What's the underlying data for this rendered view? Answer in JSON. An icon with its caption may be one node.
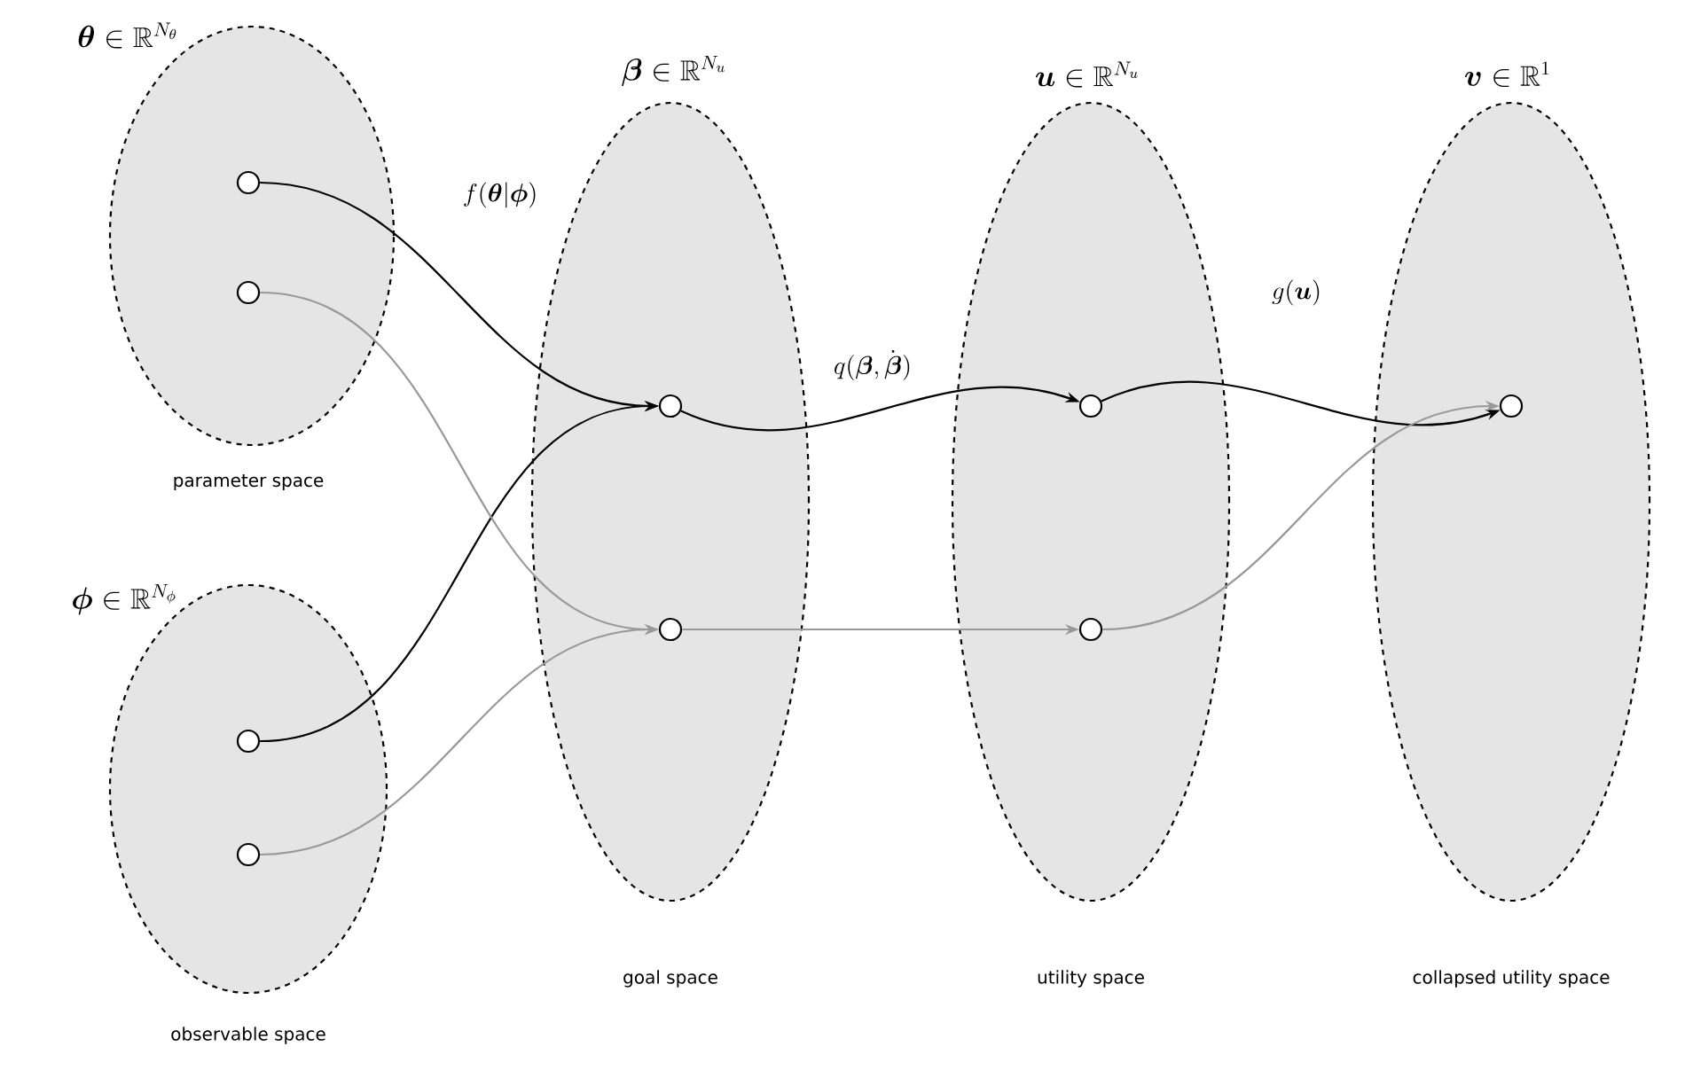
{
  "diagram": {
    "nodes": [
      {
        "text": [
          "\\boldsymbol{\\theta} \\in \\mathbb{R}^{N_\\theta}",
          "parameter space"
        ]
      },
      {
        "text": [],
        "shape": "circle",
        "in": 0
      },
      {
        "text": [],
        "shape": "circle",
        "in": 0
      },
      {
        "text": [
          "\\boldsymbol{\\phi} \\in \\mathbb{R}^{N_\\phi}",
          "observable space"
        ]
      },
      {
        "text": [],
        "shape": "circle",
        "in": 3
      },
      {
        "text": [],
        "shape": "circle",
        "in": 3
      },
      {
        "text": [
          "\\boldsymbol{\\beta} \\in \\mathbb{R}^{N_u}",
          "goal space"
        ]
      },
      {
        "text": [],
        "shape": "circle",
        "in": 6
      },
      {
        "text": [],
        "shape": "circle",
        "in": 6
      },
      {
        "text": [
          "\\boldsymbol{u} \\in \\mathbb{R}^{N_u}",
          "utility space"
        ]
      },
      {
        "text": [],
        "shape": "circle",
        "in": 9
      },
      {
        "text": [],
        "shape": "circle",
        "in": 9
      },
      {
        "text": [
          "\\boldsymbol{v} \\in \\mathbb{R}^{1}",
          "collapsed utility space"
        ]
      },
      {
        "text": [],
        "shape": "circle",
        "in": 12
      }
    ],
    "edges": [
      {
        "from": 1,
        "to": 7,
        "arrow": "to",
        "label": "f(\\boldsymbol{\\theta}|\\boldsymbol{\\phi})"
      },
      {
        "from": 4,
        "to": 7,
        "arrow": "to"
      },
      {
        "from": 7,
        "to": 10,
        "arrow": "to",
        "label": "q(\\boldsymbol{\\beta},\\dot{\\boldsymbol{\\beta}})"
      },
      {
        "from": 10,
        "to": 13,
        "arrow": "to",
        "label": "g(\\boldsymbol{u})"
      },
      {
        "from": 2,
        "to": 8,
        "arrow": "to",
        "color": "#999999"
      },
      {
        "from": 5,
        "to": 8,
        "arrow": "to",
        "color": "#999999"
      },
      {
        "from": 8,
        "to": 11,
        "arrow": "to",
        "color": "#999999"
      },
      {
        "from": 11,
        "to": 13,
        "arrow": "to",
        "color": "#999999"
      }
    ]
  }
}
